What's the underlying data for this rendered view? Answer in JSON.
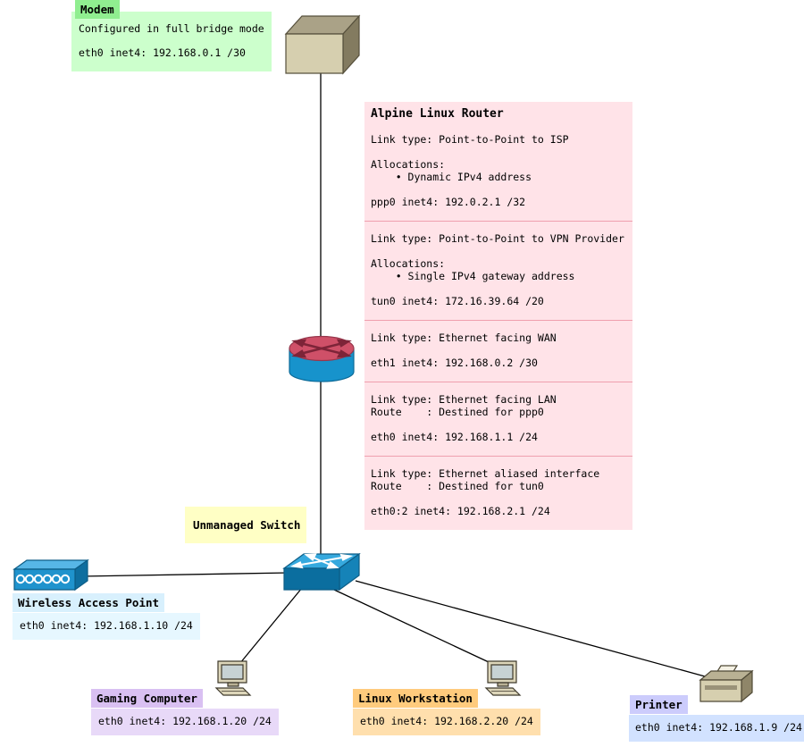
{
  "nodes": {
    "modem": {
      "title": "Modem",
      "body": "Configured in full bridge mode\n\neth0 inet4: 192.168.0.1 /30"
    },
    "router": {
      "title": "Alpine Linux Router",
      "sections": [
        "Link type: Point-to-Point to ISP\n\nAllocations:\n    • Dynamic IPv4 address\n\nppp0 inet4: 192.0.2.1 /32",
        "Link type: Point-to-Point to VPN Provider\n\nAllocations:\n    • Single IPv4 gateway address\n\ntun0 inet4: 172.16.39.64 /20",
        "Link type: Ethernet facing WAN\n\neth1 inet4: 192.168.0.2 /30",
        "Link type: Ethernet facing LAN\nRoute    : Destined for ppp0\n\neth0 inet4: 192.168.1.1 /24",
        "Link type: Ethernet aliased interface\nRoute    : Destined for tun0\n\neth0:2 inet4: 192.168.2.1 /24"
      ]
    },
    "unmanaged_switch": {
      "title": "Unmanaged Switch"
    },
    "wireless_access_point": {
      "title": "Wireless Access Point",
      "body": "eth0 inet4: 192.168.1.10 /24"
    },
    "gaming_computer": {
      "title": "Gaming Computer",
      "body": "eth0 inet4: 192.168.1.20 /24"
    },
    "linux_workstation": {
      "title": "Linux Workstation",
      "body": "eth0 inet4: 192.168.2.20 /24"
    },
    "printer": {
      "title": "Printer",
      "body": "eth0 inet4: 192.168.1.9 /24"
    }
  },
  "colors": {
    "modem_title_bg": "#90ee90",
    "modem_body_bg": "#ccffcc",
    "router_card_bg": "#ffe3e8",
    "router_separator": "#ef9fae",
    "switch_label_bg": "#ffffc5",
    "ap_title_bg": "#d8f0fd",
    "ap_body_bg": "#e6f7ff",
    "gaming_title_bg": "#d9c0f2",
    "gaming_body_bg": "#e8d9f8",
    "workstation_title_bg": "#ffcb7d",
    "workstation_body_bg": "#ffdfad",
    "printer_title_bg": "#ccccfc",
    "printer_body_bg": "#d2e2ff",
    "router_icon_red": "#cf5068",
    "network_icon_blue": "#1f93cd",
    "device_icon_tan": "#d6cfaf",
    "wire_color": "#000000"
  }
}
